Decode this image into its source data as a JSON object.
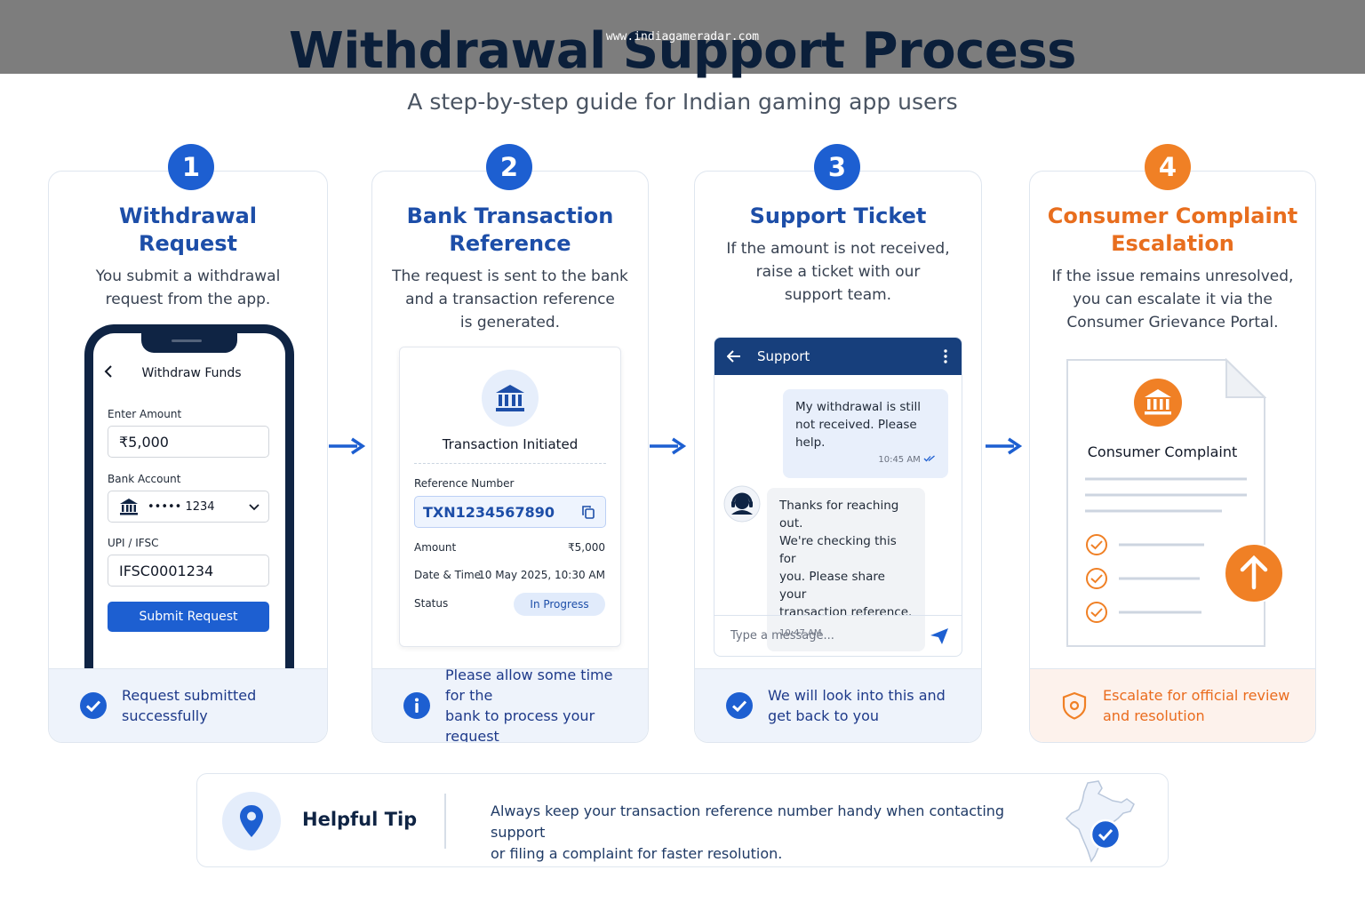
{
  "header": {
    "url": "www.indiagameradar.com",
    "title": "Withdrawal Support Process",
    "subtitle": "A step-by-step guide for Indian gaming app users"
  },
  "steps": [
    {
      "number": "1",
      "title_line1": "Withdrawal",
      "title_line2": "Request",
      "desc_line1": "You submit a withdrawal",
      "desc_line2": "request from the app.",
      "footer_line1": "Request submitted",
      "footer_line2": "successfully",
      "phone": {
        "header": "Withdraw Funds",
        "amount_label": "Enter Amount",
        "amount_value": "₹5,000",
        "bank_label": "Bank Account",
        "bank_value": "••••• 1234",
        "ifsc_label": "UPI / IFSC",
        "ifsc_value": "IFSC0001234",
        "submit": "Submit Request"
      }
    },
    {
      "number": "2",
      "title_line1": "Bank Transaction",
      "title_line2": "Reference",
      "desc_line1": "The request is sent to the bank",
      "desc_line2": "and a transaction reference",
      "desc_line3": "is generated.",
      "footer_line1": "Please allow some time for the",
      "footer_line2": "bank to process your request",
      "receipt": {
        "title": "Transaction Initiated",
        "ref_label": "Reference Number",
        "ref_value": "TXN1234567890",
        "amount_label": "Amount",
        "amount_value": "₹5,000",
        "datetime_label": "Date & Time",
        "datetime_value": "10 May 2025, 10:30 AM",
        "status_label": "Status",
        "status_value": "In Progress"
      }
    },
    {
      "number": "3",
      "title_line1": "Support Ticket",
      "desc_line1": "If the amount is not received,",
      "desc_line2": "raise a ticket with our",
      "desc_line3": "support team.",
      "footer_line1": "We will look into this and",
      "footer_line2": "get back to you",
      "chat": {
        "header": "Support",
        "user_msg_line1": "My withdrawal is still",
        "user_msg_line2": "not received. Please",
        "user_msg_line3": "help.",
        "user_time": "10:45 AM",
        "agent_msg_line1": "Thanks for reaching out.",
        "agent_msg_line2": "We're checking this for",
        "agent_msg_line3": "you. Please share your",
        "agent_msg_line4": "transaction reference.",
        "agent_time": "10:47 AM",
        "input_placeholder": "Type a message..."
      }
    },
    {
      "number": "4",
      "title_line1": "Consumer Complaint",
      "title_line2": "Escalation",
      "desc_line1": "If the issue remains unresolved,",
      "desc_line2": "you can escalate it via the",
      "desc_line3": "Consumer Grievance Portal.",
      "footer_line1": "Escalate for official review",
      "footer_line2": "and resolution",
      "doc_title": "Consumer Complaint"
    }
  ],
  "tip": {
    "title": "Helpful Tip",
    "line1": "Always keep your transaction reference number handy when contacting support",
    "line2": "or filing a complaint for faster resolution."
  },
  "colors": {
    "primary": "#1d5fd1",
    "navy": "#0f2444",
    "accent_orange": "#f08025"
  }
}
